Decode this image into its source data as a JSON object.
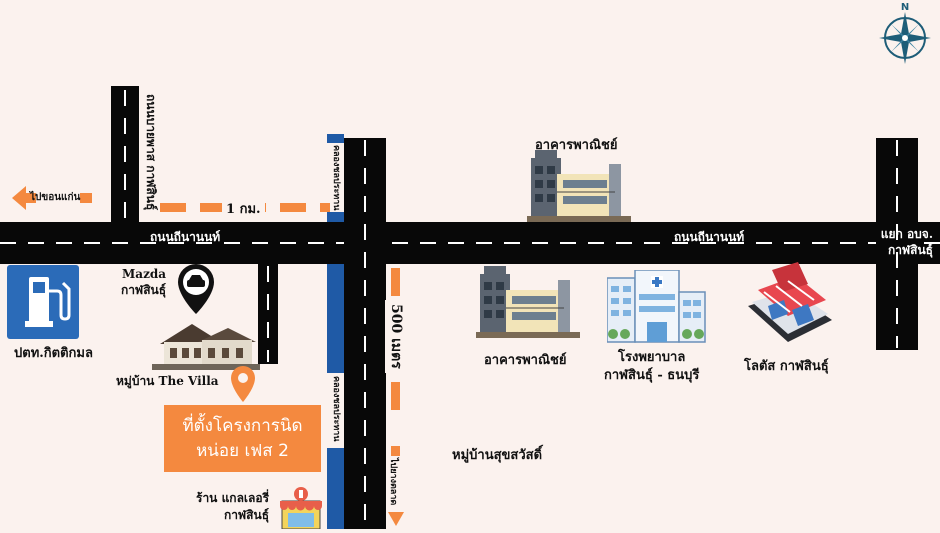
{
  "roads": {
    "main_left": "ถนนถีนานนท์",
    "main_right": "ถนนถีนานนท์",
    "junction": "แยก อบจ. กาฬสินธุ์",
    "north_road": "ถนนบายพาส กาฬสินธุ์",
    "to_yang_talat": "ไปยางตลาด",
    "to_khon_kaen": "ไปขอนแก่น"
  },
  "distances": {
    "one_km": "1 กม.",
    "five_hundred_m": "500 เมตร"
  },
  "canals": {
    "canal_top": "คลองชลประทาน",
    "canal_bottom": "คลองชลประทาน"
  },
  "places": {
    "commercial_top": "อาคารพาณิชย์",
    "commercial_bottom": "อาคารพาณิชย์",
    "hospital_line1": "โรงพยาบาล",
    "hospital_line2": "กาฬสินธุ์ - ธนบุรี",
    "lotus": "โลตัส กาฬสินธุ์",
    "ptt": "ปตท.กิตติกมล",
    "mazda_line1": "Mazda",
    "mazda_line2": "กาฬสินธุ์",
    "village_villa": "หมู่บ้าน The Villa",
    "village_suksawat": "หมู่บ้านสุขสวัสดิ์",
    "gallery_line1": "ร้าน แกลเลอรี่",
    "gallery_line2": "กาฬสินธุ์"
  },
  "project": {
    "line1": "ที่ตั้งโครงการนิด",
    "line2": "หน่อย เฟส 2"
  },
  "compass": {
    "north": "N"
  },
  "colors": {
    "background": "#fbf2ee",
    "road": "#080808",
    "accent": "#f4893f",
    "canal": "#1f5aa6",
    "fuel": "#2b6bb8"
  }
}
